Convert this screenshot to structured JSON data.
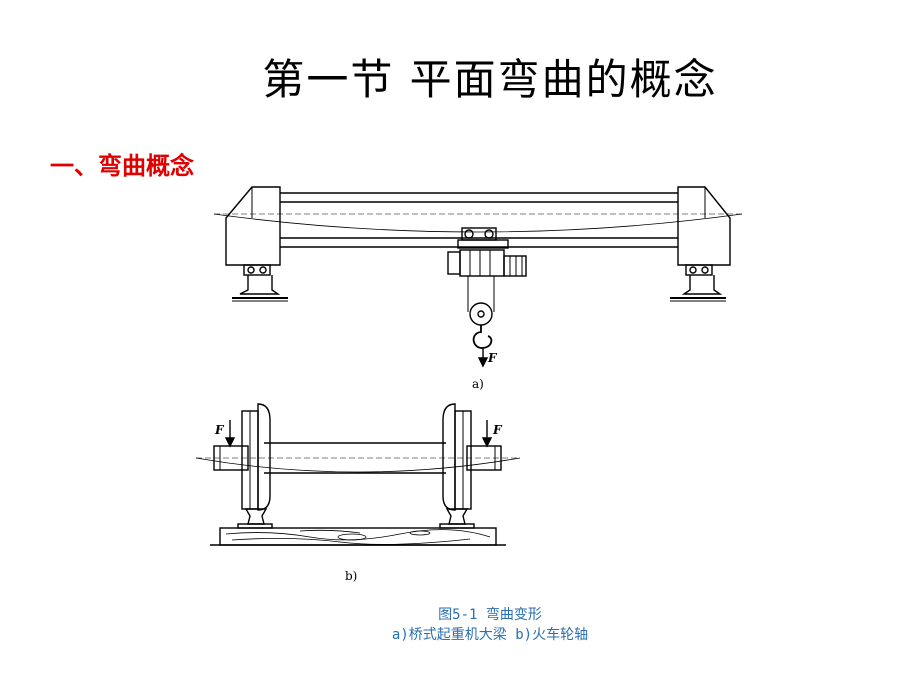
{
  "slide": {
    "title": "第一节   平面弯曲的概念",
    "section_heading": "一、弯曲概念"
  },
  "figure": {
    "panel_a_label": "a)",
    "panel_b_label": "b)",
    "force_label": "F",
    "caption_line1": "图5-1   弯曲变形",
    "caption_line2": "a)桥式起重机大梁  b)火车轮轴"
  }
}
